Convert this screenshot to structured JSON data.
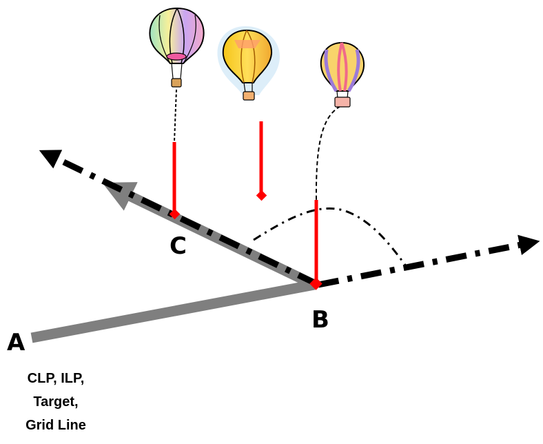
{
  "points": {
    "a": "A",
    "b": "B",
    "c": "C"
  },
  "caption": [
    "CLP, ILP,",
    "Target,",
    "Grid Line"
  ],
  "colors": {
    "track": "#7f7f7f",
    "dash_line": "#000000",
    "drop_marker": "#ff0000",
    "tether": "#000000",
    "background": "#ffffff"
  },
  "icons": [
    "hot-air-balloon-icon",
    "hot-air-balloon-icon",
    "hot-air-balloon-icon"
  ]
}
